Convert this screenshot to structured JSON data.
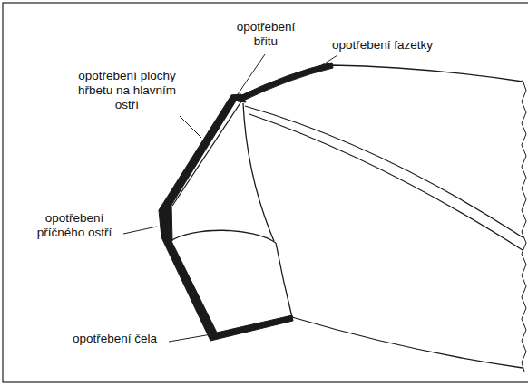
{
  "diagram": {
    "labels": [
      "opotřebení břitu",
      "opotřebení fazetky",
      "opotřebení plochy hřbetu na hlavním ostří",
      "opotřebení příčného ostří",
      "opotřebení čela"
    ]
  }
}
